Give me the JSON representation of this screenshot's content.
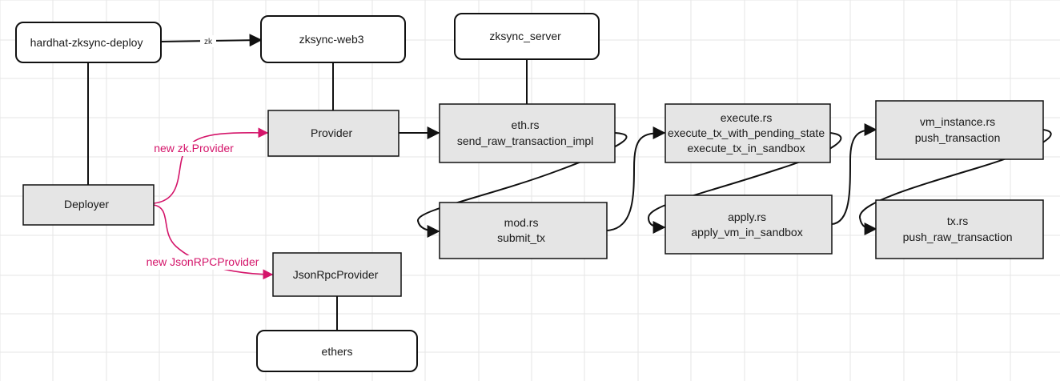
{
  "colors": {
    "grid": "#e6e6e6",
    "stroke": "#111111",
    "box_fill": "#e5e5e5",
    "rounded_fill": "#ffffff",
    "accent": "#d4156a"
  },
  "nodes": {
    "hardhat": "hardhat-zksync-deploy",
    "zksync_web3": "zksync-web3",
    "zksync_server": "zksync_server",
    "provider": "Provider",
    "eth_rs": [
      "eth.rs",
      "send_raw_transaction_impl"
    ],
    "execute_rs": [
      "execute.rs",
      "execute_tx_with_pending_state",
      "execute_tx_in_sandbox"
    ],
    "vm_instance_rs": [
      "vm_instance.rs",
      "push_transaction"
    ],
    "deployer": "Deployer",
    "mod_rs": [
      "mod.rs",
      "submit_tx"
    ],
    "apply_rs": [
      "apply.rs",
      "apply_vm_in_sandbox"
    ],
    "tx_rs": [
      "tx.rs",
      "push_raw_transaction"
    ],
    "jsonrpc_provider": "JsonRpcProvider",
    "ethers": "ethers"
  },
  "edge_labels": {
    "zk": "zk",
    "new_zk_provider": "new zk.Provider",
    "new_jsonrpc_provider": "new JsonRPCProvider"
  }
}
